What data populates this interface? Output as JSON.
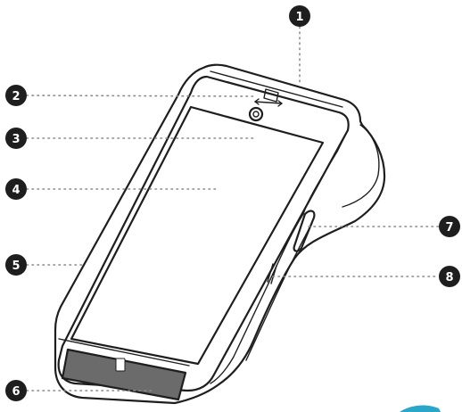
{
  "diagram": {
    "callouts": [
      {
        "number": "1",
        "target": "top-edge"
      },
      {
        "number": "2",
        "target": "card-slot-symbol"
      },
      {
        "number": "3",
        "target": "front-camera"
      },
      {
        "number": "4",
        "target": "touchscreen"
      },
      {
        "number": "5",
        "target": "left-edge"
      },
      {
        "number": "6",
        "target": "card-reader-slot"
      },
      {
        "number": "7",
        "target": "side-button"
      },
      {
        "number": "8",
        "target": "side-port"
      }
    ]
  },
  "colors": {
    "outline": "#1e1e1e",
    "callout_fill": "#1e1e1e",
    "callout_text": "#ffffff",
    "leader": "#8a8a8a",
    "screen_fill": "#ffffff",
    "accent_corner": "#2aa6c9"
  }
}
